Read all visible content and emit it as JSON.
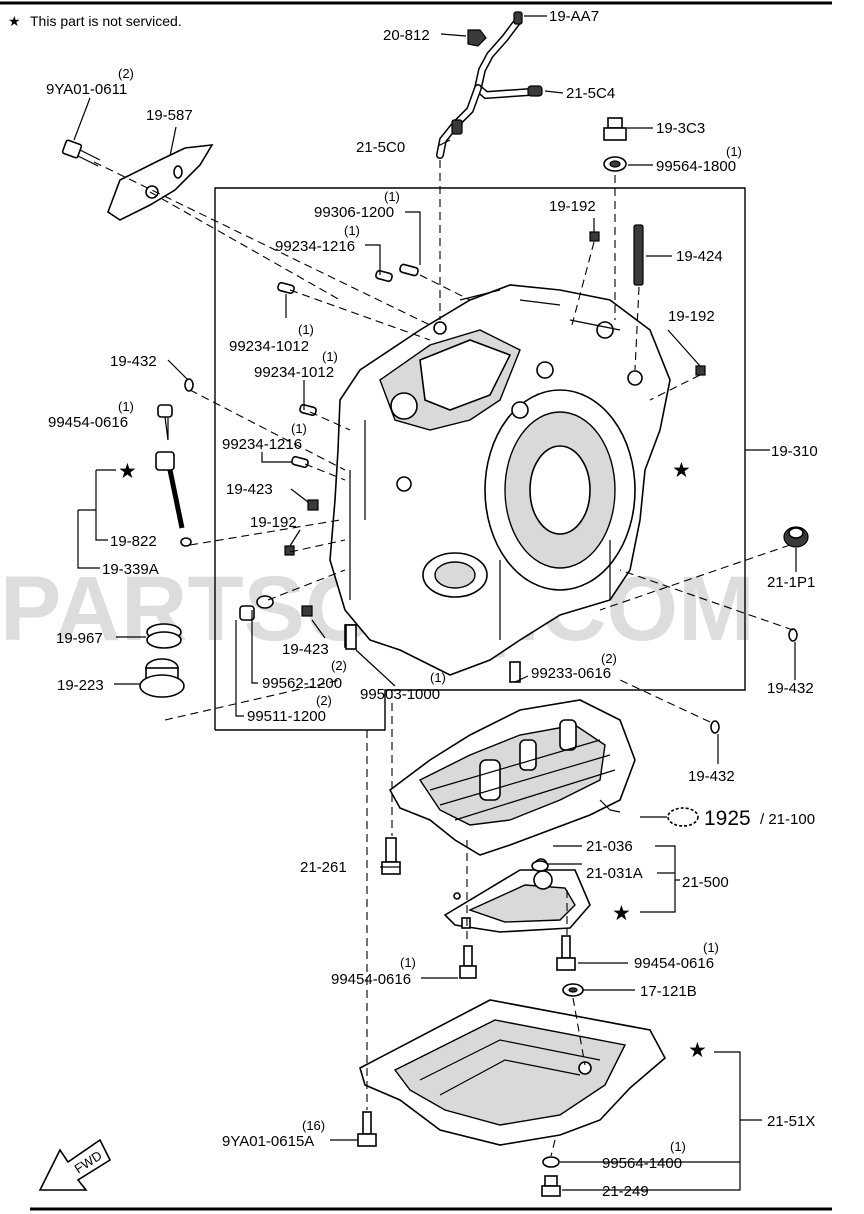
{
  "note": {
    "star": "★",
    "text": "This part is not serviced."
  },
  "watermark": "PARTSOUQ.COM",
  "fwd": "FWD",
  "parts": {
    "p19AA7": "19-AA7",
    "p20812": "20-812",
    "p9YA01_0611": "9YA01-0611",
    "p9YA01_0611_qty": "(2)",
    "p19587": "19-587",
    "p215C4": "21-5C4",
    "p213C3": "19-3C3",
    "p215C0": "21-5C0",
    "p99564_1800": "99564-1800",
    "p99564_1800_qty": "(1)",
    "p99306_1200": "99306-1200",
    "p99306_1200_qty": "(1)",
    "p19192a": "19-192",
    "p99234_1216a": "99234-1216",
    "p99234_1216a_qty": "(1)",
    "p19424": "19-424",
    "p99234_1012a": "99234-1012",
    "p99234_1012a_qty": "(1)",
    "p19192b": "19-192",
    "p19432a": "19-432",
    "p99234_1012b": "99234-1012",
    "p99234_1012b_qty": "(1)",
    "p99454_0616a": "99454-0616",
    "p99454_0616a_qty": "(1)",
    "p99234_1216b": "99234-1216",
    "p99234_1216b_qty": "(1)",
    "p19310": "19-310",
    "p19423a": "19-423",
    "p19192c": "19-192",
    "p19822": "19-822",
    "p19339A": "19-339A",
    "p211P1": "21-1P1",
    "p19967": "19-967",
    "p19423b": "19-423",
    "p19223": "19-223",
    "p99562_1200": "99562-1200",
    "p99562_1200_qty": "(2)",
    "p99503_1000": "99503-1000",
    "p99503_1000_qty": "(1)",
    "p99233_0616": "99233-0616",
    "p99233_0616_qty": "(2)",
    "p99511_1200": "99511-1200",
    "p99511_1200_qty": "(2)",
    "p19432b": "19-432",
    "p19432c": "19-432",
    "p1925": "1925",
    "p21100": "/ 21-100",
    "p21036": "21-036",
    "p21261": "21-261",
    "p21031A": "21-031A",
    "p21500": "21-500",
    "p99454_0616b": "99454-0616",
    "p99454_0616b_qty": "(1)",
    "p99454_0616c": "99454-0616",
    "p99454_0616c_qty": "(1)",
    "p17121B": "17-121B",
    "p9YA01_0615A": "9YA01-0615A",
    "p9YA01_0615A_qty": "(16)",
    "p2151X": "21-51X",
    "p99564_1400": "99564-1400",
    "p99564_1400_qty": "(1)",
    "p21249": "21-249"
  },
  "stars": {
    "s1": "★",
    "s2": "★",
    "s3": "★",
    "s4": "★"
  }
}
